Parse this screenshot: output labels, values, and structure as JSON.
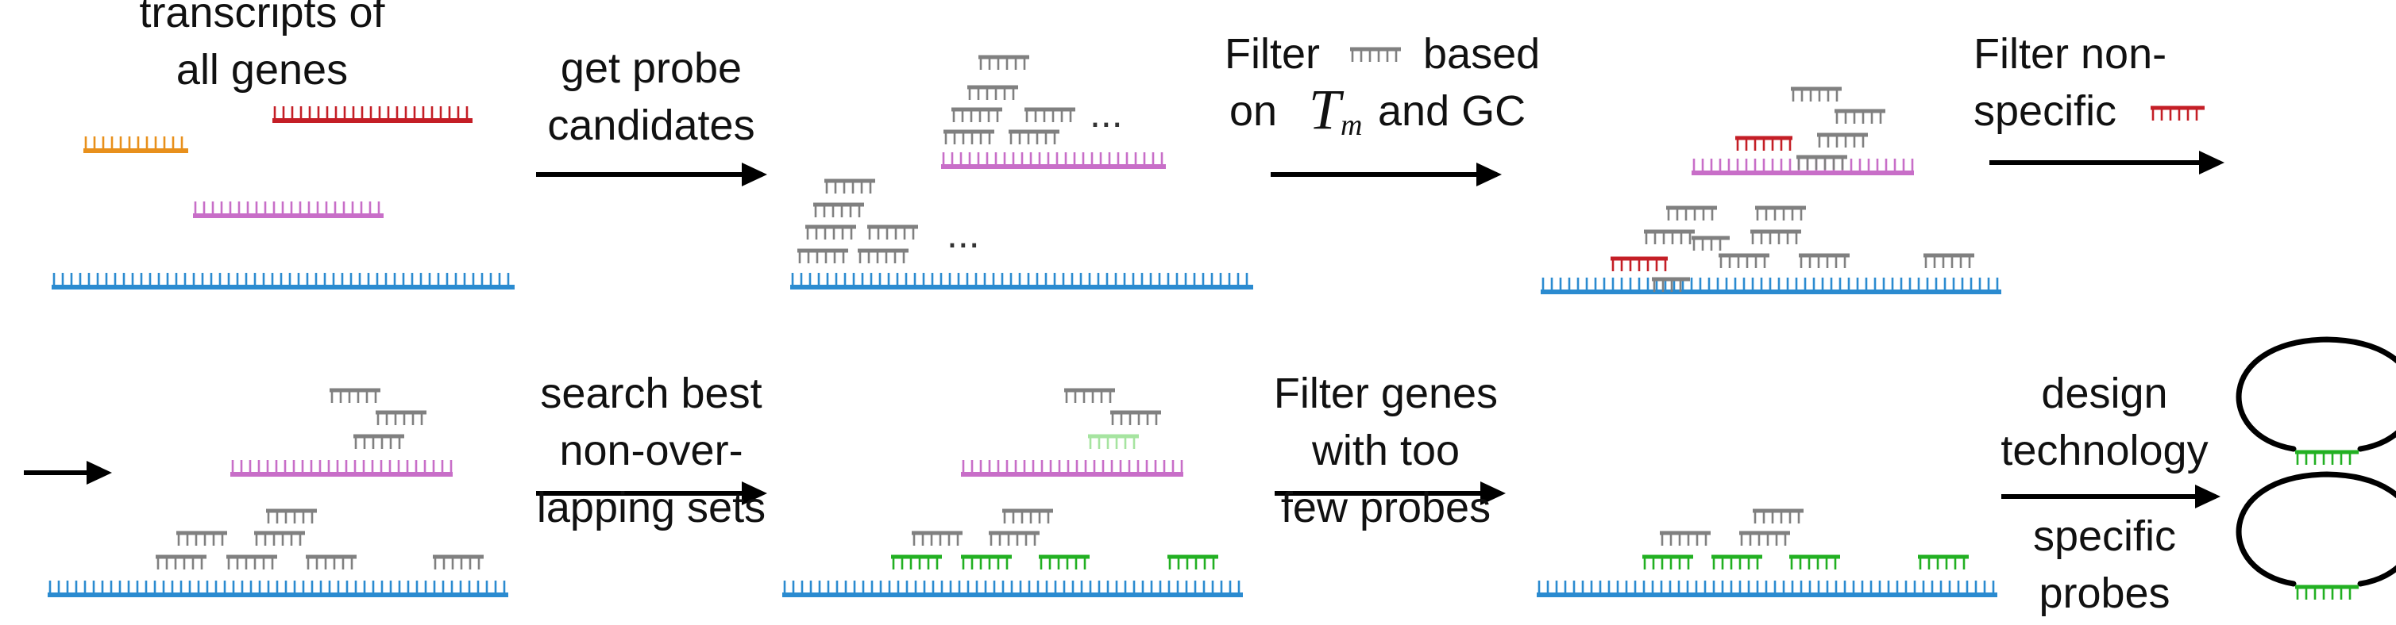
{
  "colors": {
    "gene_a": "#E8901C",
    "gene_b": "#C41E26",
    "gene_c": "#C86EC8",
    "gene_d": "#2B8BD0",
    "probe": "#808080",
    "probe_selected": "#22B022",
    "probe_light": "#A6E4A0",
    "arrow": "#000000"
  },
  "labels": {
    "transcripts": [
      "transcripts of",
      "all genes"
    ],
    "get_probe": [
      "get probe",
      "candidates"
    ],
    "filter_tm_pre": "Filter",
    "filter_tm_post": "based",
    "filter_tm_on": "on",
    "tm_symbol": "T",
    "tm_subscript": "m",
    "filter_tm_and": "and GC",
    "filter_nonspecific": [
      "Filter non-",
      "specific"
    ],
    "search_best": [
      "search best",
      "non-over-",
      "lapping sets"
    ],
    "filter_genes": [
      "Filter genes",
      "with too",
      "few probes"
    ],
    "design": [
      "design",
      "technology"
    ],
    "specific": [
      "specific",
      "probes"
    ],
    "ellipsis": "..."
  }
}
